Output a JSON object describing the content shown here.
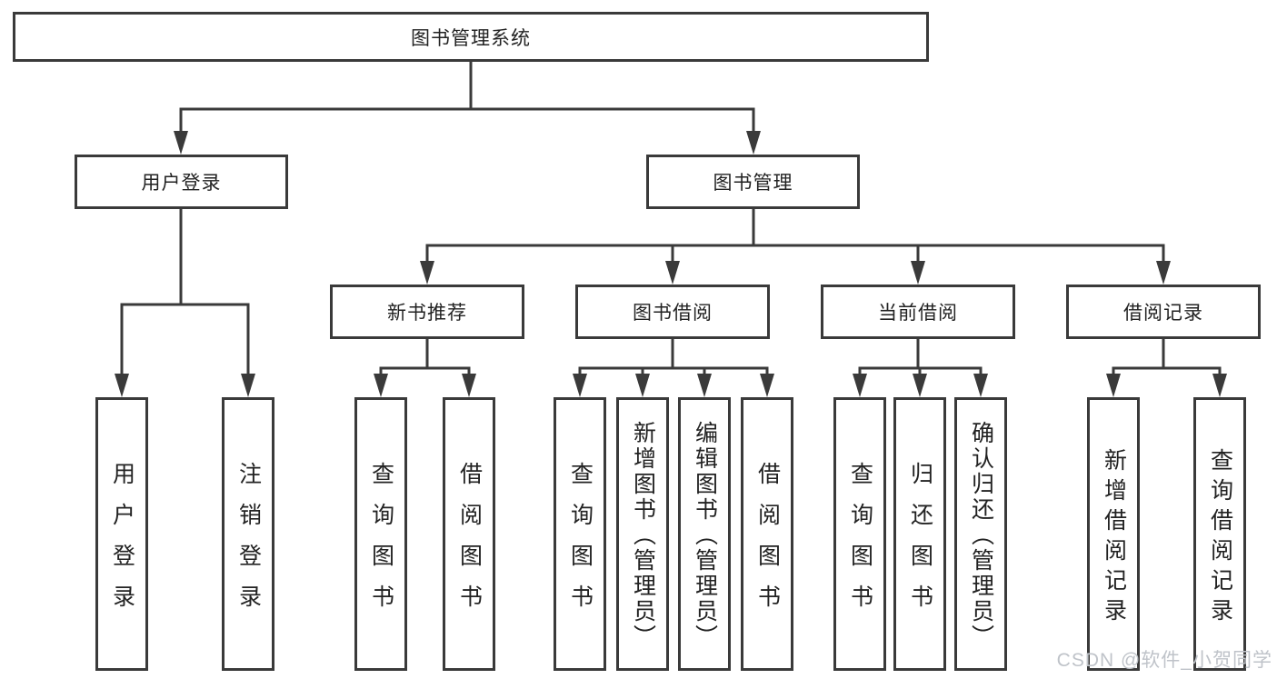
{
  "tree": {
    "label": "图书管理系统",
    "children": [
      {
        "label": "用户登录",
        "children": [
          {
            "label": "用户登录"
          },
          {
            "label": "注销登录"
          }
        ]
      },
      {
        "label": "图书管理",
        "children": [
          {
            "label": "新书推荐",
            "children": [
              {
                "label": "查询图书"
              },
              {
                "label": "借阅图书"
              }
            ]
          },
          {
            "label": "图书借阅",
            "children": [
              {
                "label": "查询图书"
              },
              {
                "label": "新增图书（管理员）"
              },
              {
                "label": "编辑图书（管理员）"
              },
              {
                "label": "借阅图书"
              }
            ]
          },
          {
            "label": "当前借阅",
            "children": [
              {
                "label": "查询图书"
              },
              {
                "label": "归还图书"
              },
              {
                "label": "确认归还（管理员）"
              }
            ]
          },
          {
            "label": "借阅记录",
            "children": [
              {
                "label": "新增借阅记录"
              },
              {
                "label": "查询借阅记录"
              }
            ]
          }
        ]
      }
    ]
  },
  "watermark": {
    "text": "CSDN @软件_小贺同学"
  },
  "colors": {
    "line": "#3a3a3a",
    "box_border": "#3a3a3a",
    "box_background": "#ffffff",
    "text": "#222222",
    "watermark": "#bfc3c9",
    "background": "#ffffff"
  }
}
